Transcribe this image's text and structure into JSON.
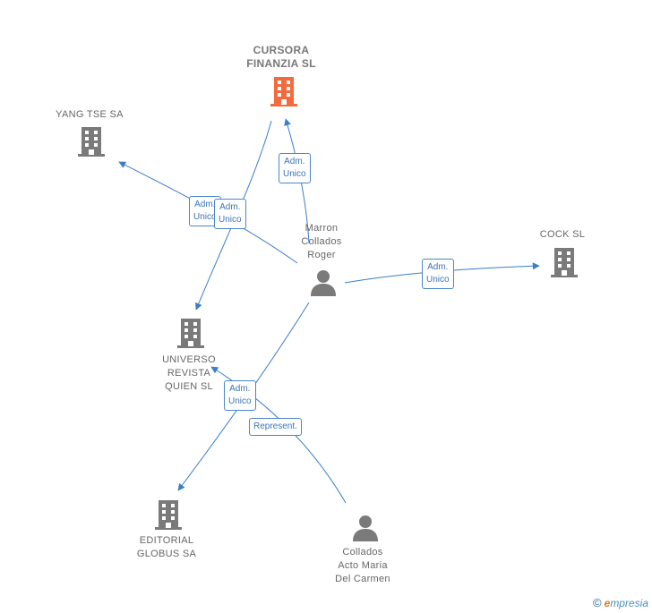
{
  "colors": {
    "edge": "#3a7dc9",
    "building_main": "#f26a3d",
    "building": "#7a7a7a",
    "person": "#7a7a7a"
  },
  "nodes": {
    "cursora": {
      "label": "CURSORA\nFINANZIA  SL",
      "icon": "building-icon"
    },
    "yang": {
      "label": "YANG TSE SA",
      "icon": "building-icon"
    },
    "cock": {
      "label": "COCK  SL",
      "icon": "building-icon"
    },
    "universo": {
      "label": "UNIVERSO\nREVISTA\nQUIEN  SL",
      "icon": "building-icon"
    },
    "editorial": {
      "label": "EDITORIAL\nGLOBUS SA",
      "icon": "building-icon"
    },
    "marron": {
      "label": "Marron\nCollados\nRoger",
      "icon": "person-icon"
    },
    "collados": {
      "label": "Collados\nActo Maria\nDel Carmen",
      "icon": "person-icon"
    }
  },
  "edge_labels": {
    "e1": "Adm.\nUnico",
    "e2": "Adm.\nUnico",
    "e3": "Adm.\nUnico",
    "e4": "Adm.\nUnico",
    "e5": "Adm.\nUnico",
    "e6": "Represent."
  },
  "footer": {
    "copyright": "©",
    "brand_initial": "e",
    "brand_rest": "mpresia"
  }
}
